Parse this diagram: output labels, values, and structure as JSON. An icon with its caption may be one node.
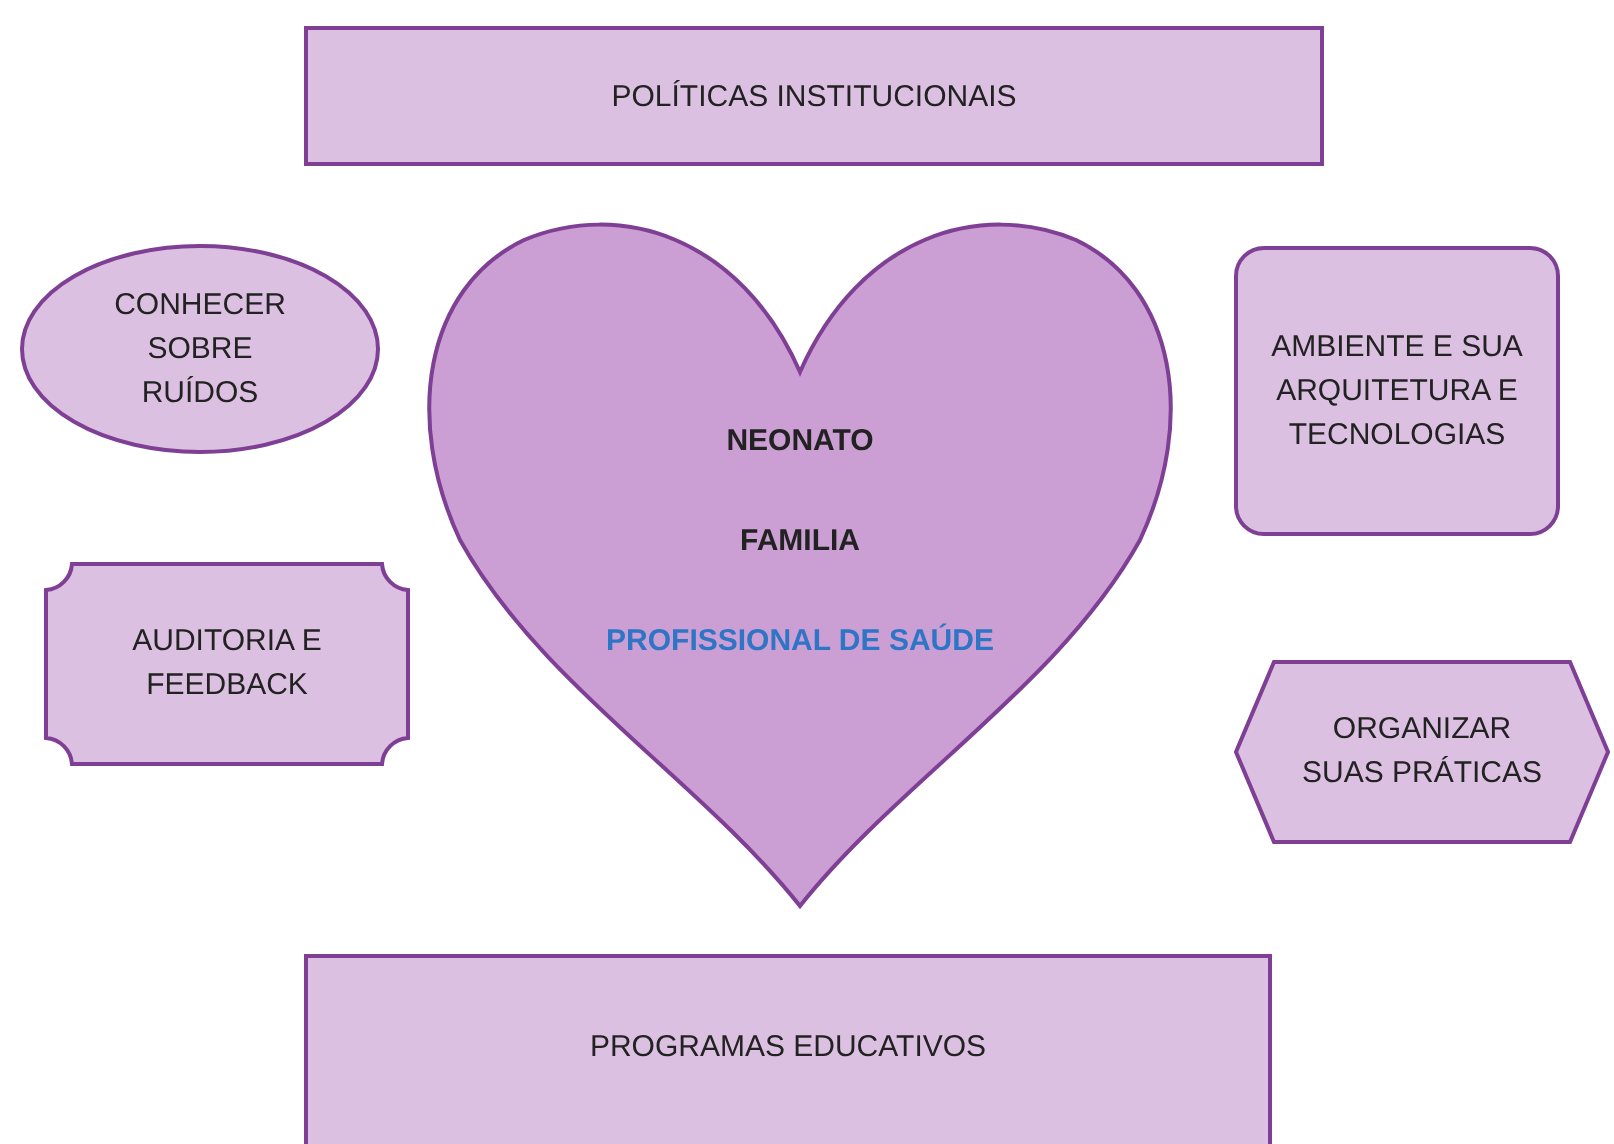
{
  "diagram": {
    "nodes": [
      {
        "text": [
          "POLÍTICAS INSTITUCIONAIS"
        ]
      },
      {
        "text": [
          "CONHECER SOBRE RUÍDOS"
        ]
      },
      {
        "text": [
          "NEONATO",
          "FAMILIA",
          "PROFISSIONAL DE SAÚDE"
        ]
      },
      {
        "text": [
          "AMBIENTE E SUA ARQUITETURA E TECNOLOGIAS"
        ]
      },
      {
        "text": [
          "AUDITORIA E FEEDBACK"
        ]
      },
      {
        "text": [
          "ORGANIZAR SUAS PRÁTICAS"
        ]
      },
      {
        "text": [
          "PROGRAMAS EDUCATIVOS"
        ]
      }
    ]
  }
}
